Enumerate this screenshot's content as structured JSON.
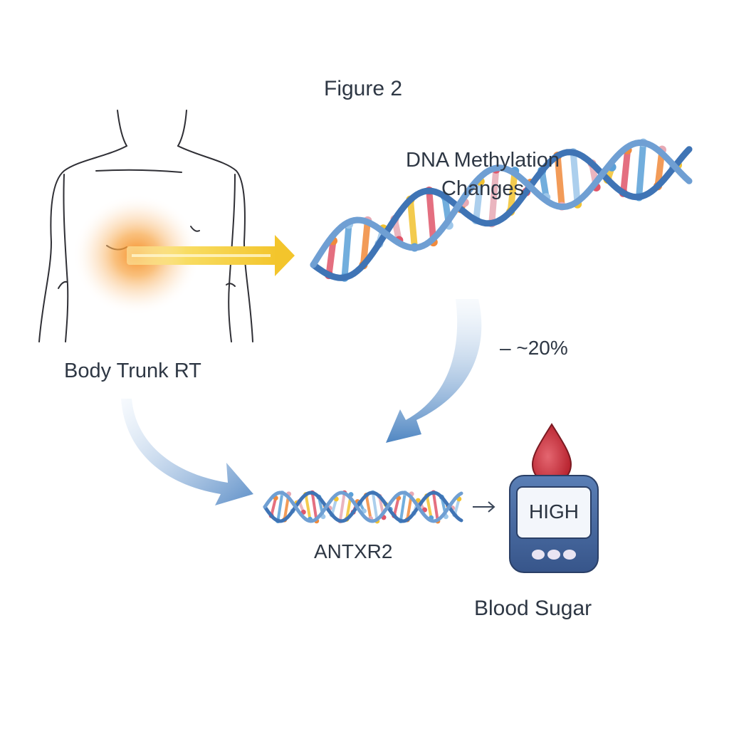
{
  "figure_title": "Figure 2",
  "nodes": {
    "dna_methylation": {
      "line1": "DNA Methylation",
      "line2": "Changes"
    },
    "body_trunk_rt": "Body Trunk RT",
    "gene": "ANTXR2",
    "blood_sugar": "Blood Sugar"
  },
  "edges": {
    "methylation_to_gene": "– ~20%"
  },
  "meter": {
    "display": "HIGH"
  },
  "colors": {
    "radiation_glow": "#f6a23a",
    "radiation_beam": "#f5d44a",
    "arrow_blue": "#6f9fd0",
    "dna_backbone": "#4a7fbf",
    "meter_body": "#3f5f95",
    "blood_drop": "#c9323f"
  },
  "icons": [
    "human-torso-outline",
    "dna-helix-icon",
    "glucose-meter-icon",
    "blood-drop-icon"
  ]
}
